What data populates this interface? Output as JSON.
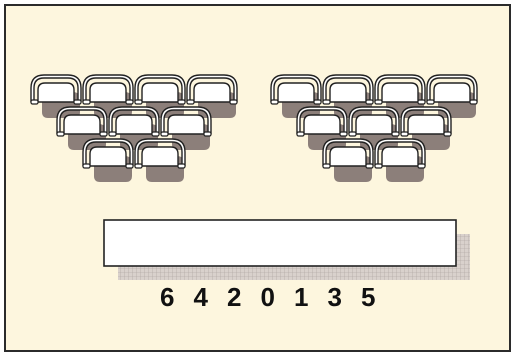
{
  "colors": {
    "background": "#fdf6de",
    "border": "#2b2b2b",
    "seat_outline": "#222222",
    "seat_fill": "#ffffff",
    "shadow": "#8c7f7a",
    "board_fill": "#ffffff",
    "board_shadow": "#c9c0bb"
  },
  "icons": {
    "seat": "chair-icon",
    "board": "whiteboard"
  },
  "seats": {
    "left_group": [
      4,
      3,
      2
    ],
    "right_group": [
      4,
      3,
      2
    ]
  },
  "seat_numbers": [
    "6",
    "4",
    "2",
    "0",
    "1",
    "3",
    "5"
  ]
}
